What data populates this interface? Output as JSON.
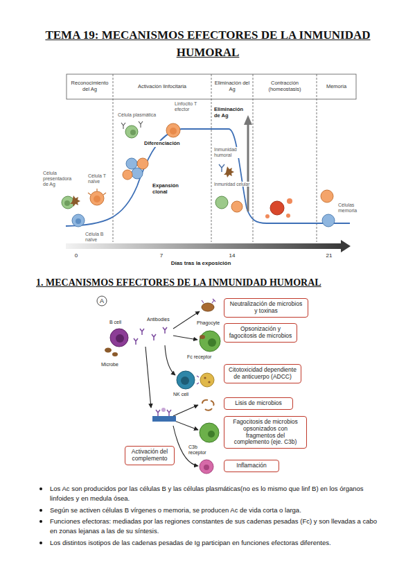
{
  "diagram": {
    "title": "TEMA 19: MECANISMOS EFECTORES DE LA INMUNIDAD HUMORAL",
    "nodes": [
      {
        "text": [
          "Reconocimiento del Ag"
        ]
      },
      {
        "text": [
          "Activación linfocitaria"
        ]
      },
      {
        "text": [
          "Eliminación del Ag"
        ]
      },
      {
        "text": [
          "Contracción (homeostasis)"
        ]
      },
      {
        "text": [
          "Memoria"
        ]
      },
      {
        "text": [
          "Neutralización de microbios y toxinas"
        ]
      },
      {
        "text": [
          "Opsonización y fagocitosis de microbios"
        ]
      },
      {
        "text": [
          "Citotoxicidad dependiente de anticuerpo (ADCC)"
        ]
      },
      {
        "text": [
          "Lisis de microbios"
        ]
      },
      {
        "text": [
          "Fagocitosis de microbios opsonizados con fragmentos del complemento (eje. C3b)"
        ]
      },
      {
        "text": [
          "Activación del complemento"
        ]
      },
      {
        "text": [
          "Inflamación"
        ]
      }
    ],
    "labels": [
      "Célula presentadora de Ag",
      "Célula T naïve",
      "Célula B naïve",
      "Célula plasmática",
      "Linfocito T efector",
      "Diferenciación",
      "Expansión clonal",
      "Eliminación de Ag",
      "Inmunidad humoral",
      "Inmunidad celular",
      "Células memoria",
      "0",
      "7",
      "14",
      "21",
      "Días tras la exposición",
      "1. MECANISMOS EFECTORES DE LA INMUNIDAD HUMORAL",
      "A",
      "B cell",
      "Antibodies",
      "Phagocyte",
      "Microbe",
      "Fc receptor",
      "NK cell",
      "C3b receptor",
      "Los Ac son producidos por las células B y las células plasmáticas(no es lo mismo que linf B) en los órganos linfoides y en medula ósea.",
      "Según se activen células B vírgenes o memoria, se producen Ac de vida corta o larga.",
      "Funciones efectoras: mediadas por las regiones constantes de sus cadenas pesadas (Fc) y son llevadas a cabo en zonas lejanas a las de su síntesis.",
      "Los distintos isotipos de las cadenas pesadas de Ig participan en funciones efectoras diferentes."
    ]
  }
}
